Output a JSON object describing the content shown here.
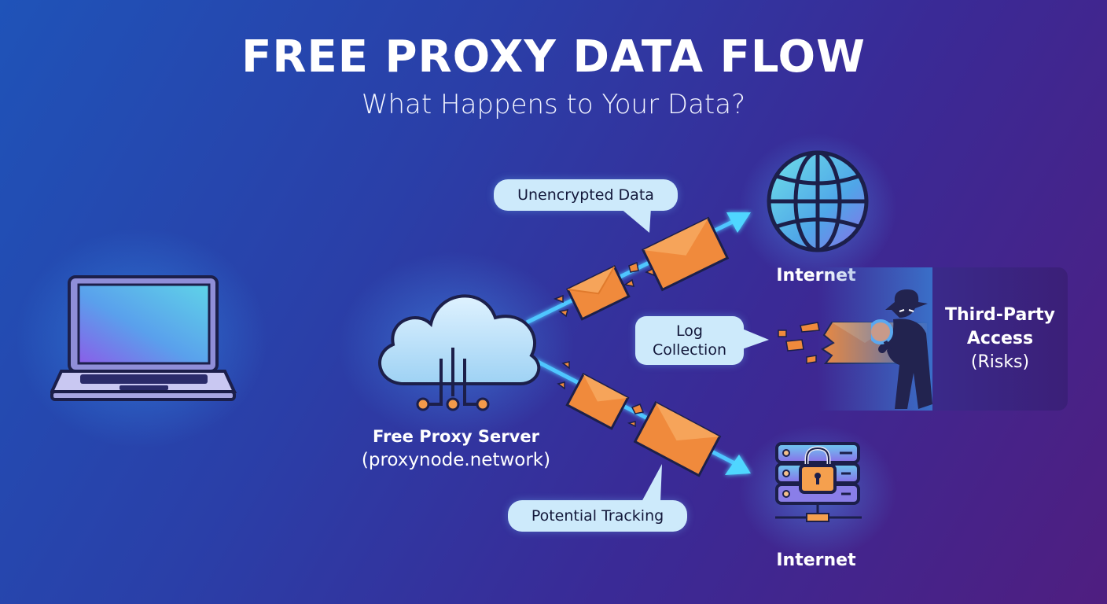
{
  "header": {
    "title": "FREE PROXY DATA FLOW",
    "subtitle": "What Happens to Your Data?"
  },
  "nodes": {
    "client": {
      "icon": "laptop-icon"
    },
    "proxy": {
      "icon": "cloud-server-icon",
      "name": "Free Proxy Server",
      "domain": "(proxynode.network)"
    },
    "internet_top": {
      "icon": "globe-icon",
      "label": "Internet"
    },
    "internet_bottom": {
      "icon": "server-lock-icon",
      "label": "Internet"
    },
    "third_party": {
      "icon": "spy-magnifier-icon",
      "line1": "Third-Party",
      "line2": "Access",
      "line3": "(Risks)"
    }
  },
  "callouts": {
    "unencrypted": "Unencrypted Data",
    "log_line1": "Log",
    "log_line2": "Collection",
    "tracking": "Potential Tracking"
  },
  "colors": {
    "bg_start": "#1f53b8",
    "bg_end": "#4f1e80",
    "flow_line": "#4fd6ff",
    "envelope": "#f08a3c",
    "bubble": "#cdeafb",
    "outline": "#1c1f4a"
  }
}
